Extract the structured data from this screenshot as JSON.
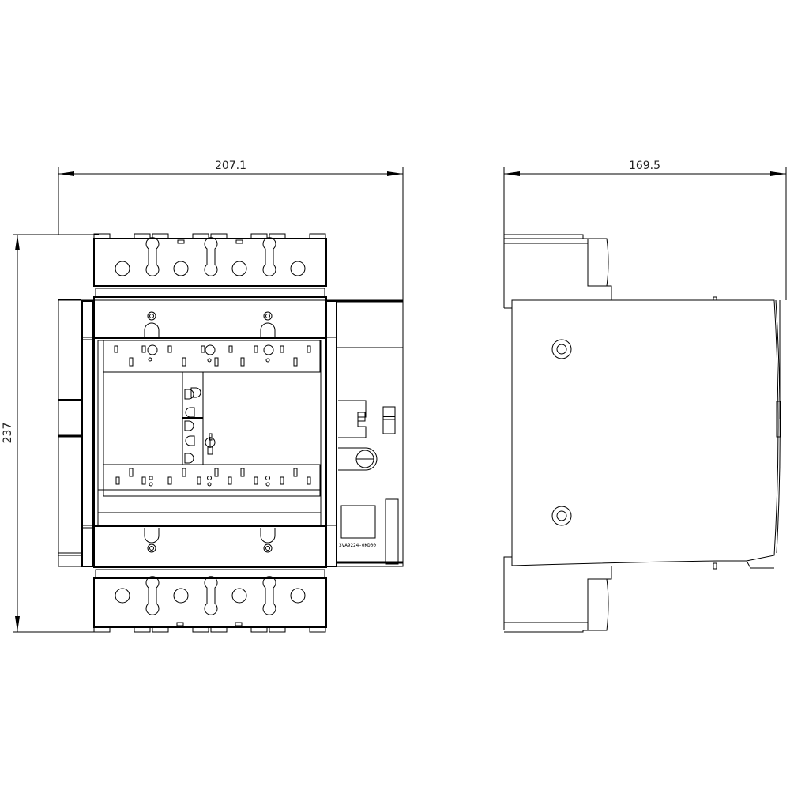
{
  "drawing": {
    "type": "dimensional technical drawing",
    "views": [
      {
        "name": "front-view",
        "label": ""
      },
      {
        "name": "side-view",
        "label": ""
      }
    ],
    "dimensions": {
      "front_width": "207.1",
      "side_depth": "169.5",
      "height": "237"
    },
    "label_plate_text": "3VA9224-0KD00",
    "colors": {
      "line": "#000000",
      "background": "#ffffff",
      "dimension_text": "#222222"
    }
  }
}
